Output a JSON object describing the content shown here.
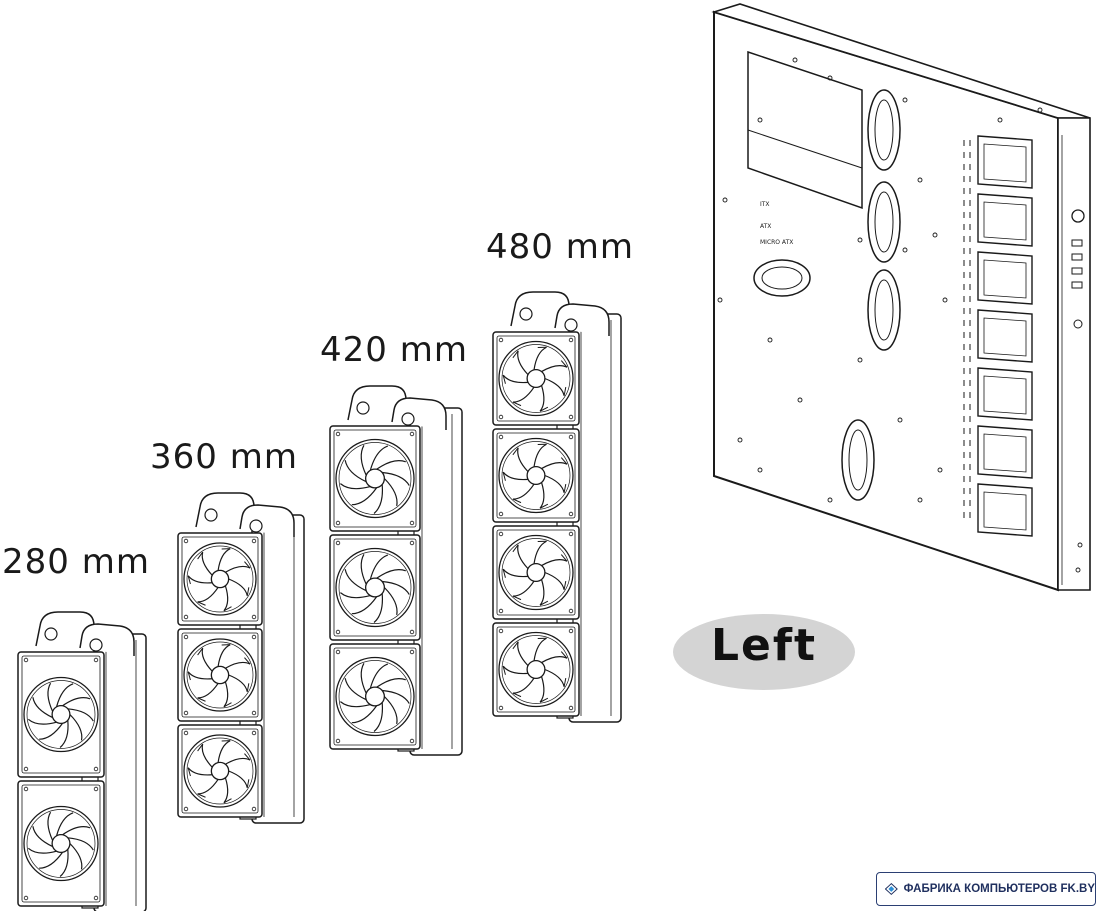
{
  "labels": {
    "r280": "280 mm",
    "r360": "360 mm",
    "r420": "420 mm",
    "r480": "480 mm"
  },
  "side": "Left",
  "panel_marks": {
    "m1": "ITX",
    "m2": "ATX",
    "m3": "MICRO ATX"
  },
  "watermark": "ФАБРИКА КОМПЬЮТЕРОВ FK.BY",
  "colors": {
    "line": "#1a1a1a",
    "pill": "#d4d4d4",
    "brand": "#1f2f5e",
    "brand_accent": "#2e8fd6"
  },
  "radiators": [
    {
      "size": "280 mm",
      "fans": 2,
      "fan_style": "curved"
    },
    {
      "size": "360 mm",
      "fans": 3,
      "fan_style": "straight"
    },
    {
      "size": "420 mm",
      "fans": 3,
      "fan_style": "curved"
    },
    {
      "size": "480 mm",
      "fans": 4,
      "fan_style": "straight"
    }
  ]
}
